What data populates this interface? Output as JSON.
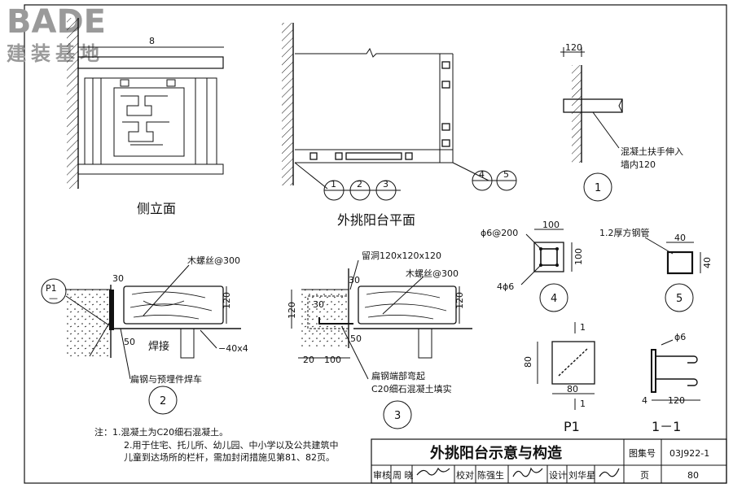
{
  "logo": {
    "brand": "BADE",
    "sub": "建装基地"
  },
  "side_view": {
    "label": "侧立面",
    "dim": "8"
  },
  "plan_view": {
    "label": "外挑阳台平面"
  },
  "plan_circles": [
    "1",
    "2",
    "3",
    "4",
    "5"
  ],
  "detail1": {
    "dim": "120",
    "note1": "混凝土扶手伸入",
    "note2": "墙内120",
    "number": "1"
  },
  "detail2": {
    "ref_label": "P1",
    "ref_sub": "—",
    "screw": "木螺丝@300",
    "dim30": "30",
    "dim120": "120",
    "dim50": "50",
    "weld": "焊接",
    "flat": "−40x4",
    "note": "扁钢与预埋件焊车",
    "number": "2"
  },
  "detail3": {
    "hole": "留洞120x120x120",
    "screw": "木螺丝@300",
    "dim30a": "30",
    "dim30b": "30",
    "dim120a": "120",
    "dim120b": "120",
    "dim50": "50",
    "dim20": "20",
    "dim100": "100",
    "note1": "扁钢端部弯起",
    "note2": "C20细石混凝土填实",
    "number": "3"
  },
  "detail4": {
    "rebar": "ϕ6@200",
    "dim_top": "100",
    "dim_side": "100",
    "bottom": "4ϕ6",
    "number": "4"
  },
  "detail5": {
    "pipe": "1.2厚方钢管",
    "dim_top": "40",
    "dim_side": "40",
    "number": "5"
  },
  "p1": {
    "dim80v": "80",
    "dim80h": "80",
    "mark_top": "1",
    "mark_bot": "1",
    "label": "P1"
  },
  "section11": {
    "rebar": "ϕ6",
    "dim4": "4",
    "dim120": "120",
    "label": "1－1"
  },
  "notes": {
    "line1": "注：1.混凝土为C20细石混凝土。",
    "line2": "2.用于住宅、托儿所、幼儿园、中小学以及公共建筑中",
    "line3": "儿童到达场所的栏杆，需加封闭措施见第81、82页。"
  },
  "titleblock": {
    "title": "外挑阳台示意与构造",
    "atlas_label": "图集号",
    "atlas_no": "03J922-1",
    "review_label": "审核",
    "review_name": "周 晓",
    "check_label": "校对",
    "check_name": "陈强生",
    "design_label": "设计",
    "design_name": "刘华星",
    "page_label": "页",
    "page_no": "80"
  }
}
